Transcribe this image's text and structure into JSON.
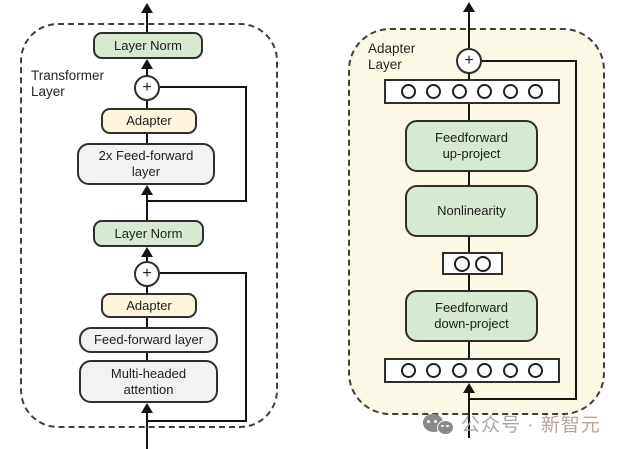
{
  "colors": {
    "green": "#d7e9d1",
    "yellow": "#fdf6dc",
    "gray": "#f2f2f2",
    "cream": "#fbf8e6",
    "line": "#141414",
    "border": "#2e2e2e",
    "dash": "#3f3f3f",
    "watermark_gray": "#a8a8a8",
    "watermark_brand": "#b7a49b",
    "watermark_logo": "#8a8a8a"
  },
  "left_panel": {
    "label": "Transformer\nLayer",
    "plus_top": "+",
    "plus_bottom": "+",
    "layer_norm_top": "Layer Norm",
    "adapter_top": "Adapter",
    "feedforward_2x": "2x Feed-forward\nlayer",
    "layer_norm_bottom": "Layer Norm",
    "adapter_bottom": "Adapter",
    "feedforward": "Feed-forward layer",
    "attention": "Multi-headed\nattention"
  },
  "right_panel": {
    "label": "Adapter\nLayer",
    "plus": "+",
    "feedforward_up": "Feedforward\nup-project",
    "nonlinearity": "Nonlinearity",
    "feedforward_down": "Feedforward\ndown-project",
    "top_feature_count": 6,
    "bottleneck_count": 2,
    "bottom_feature_count": 6
  },
  "watermark": {
    "prefix": "公众号",
    "separator": " · ",
    "brand": "新智元"
  }
}
